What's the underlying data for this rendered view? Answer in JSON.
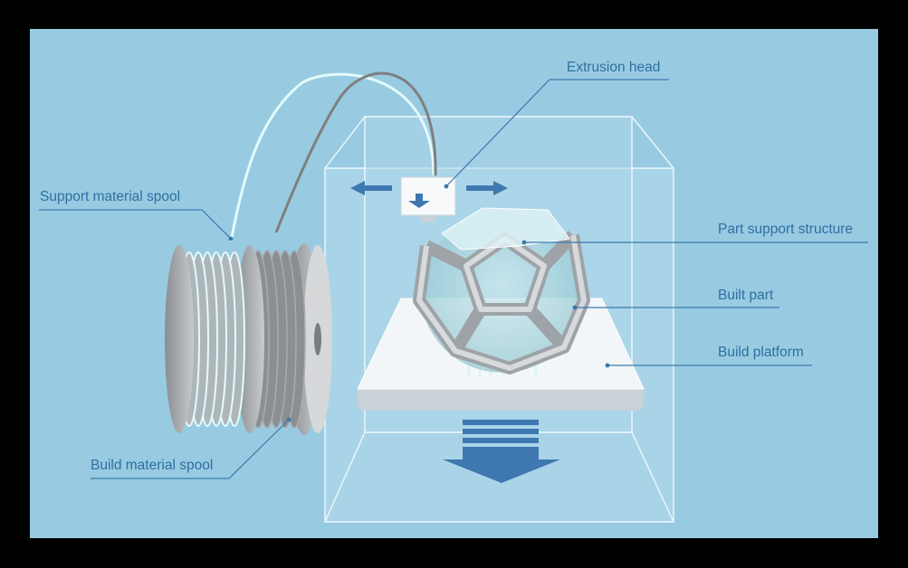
{
  "labels": {
    "extrusion_head": "Extrusion head",
    "support_material_spool": "Support material spool",
    "part_support_structure": "Part support structure",
    "built_part": "Built part",
    "build_platform": "Build platform",
    "build_material_spool": "Build material spool"
  },
  "colors": {
    "background": "#98cbe2",
    "frame": "#000000",
    "label_text": "#2f6fa0",
    "leader_line": "#3b79ab",
    "arrow": "#3f78b0",
    "support_filament": "#e4fbfb",
    "build_filament": "#7f7f7f",
    "build_chamber_edge": "#eef8fc",
    "platform": "#f3f6f8"
  },
  "icons": {
    "motion_arrows": "double-horizontal-arrow",
    "platform_motion": "down-arrow-icon"
  }
}
